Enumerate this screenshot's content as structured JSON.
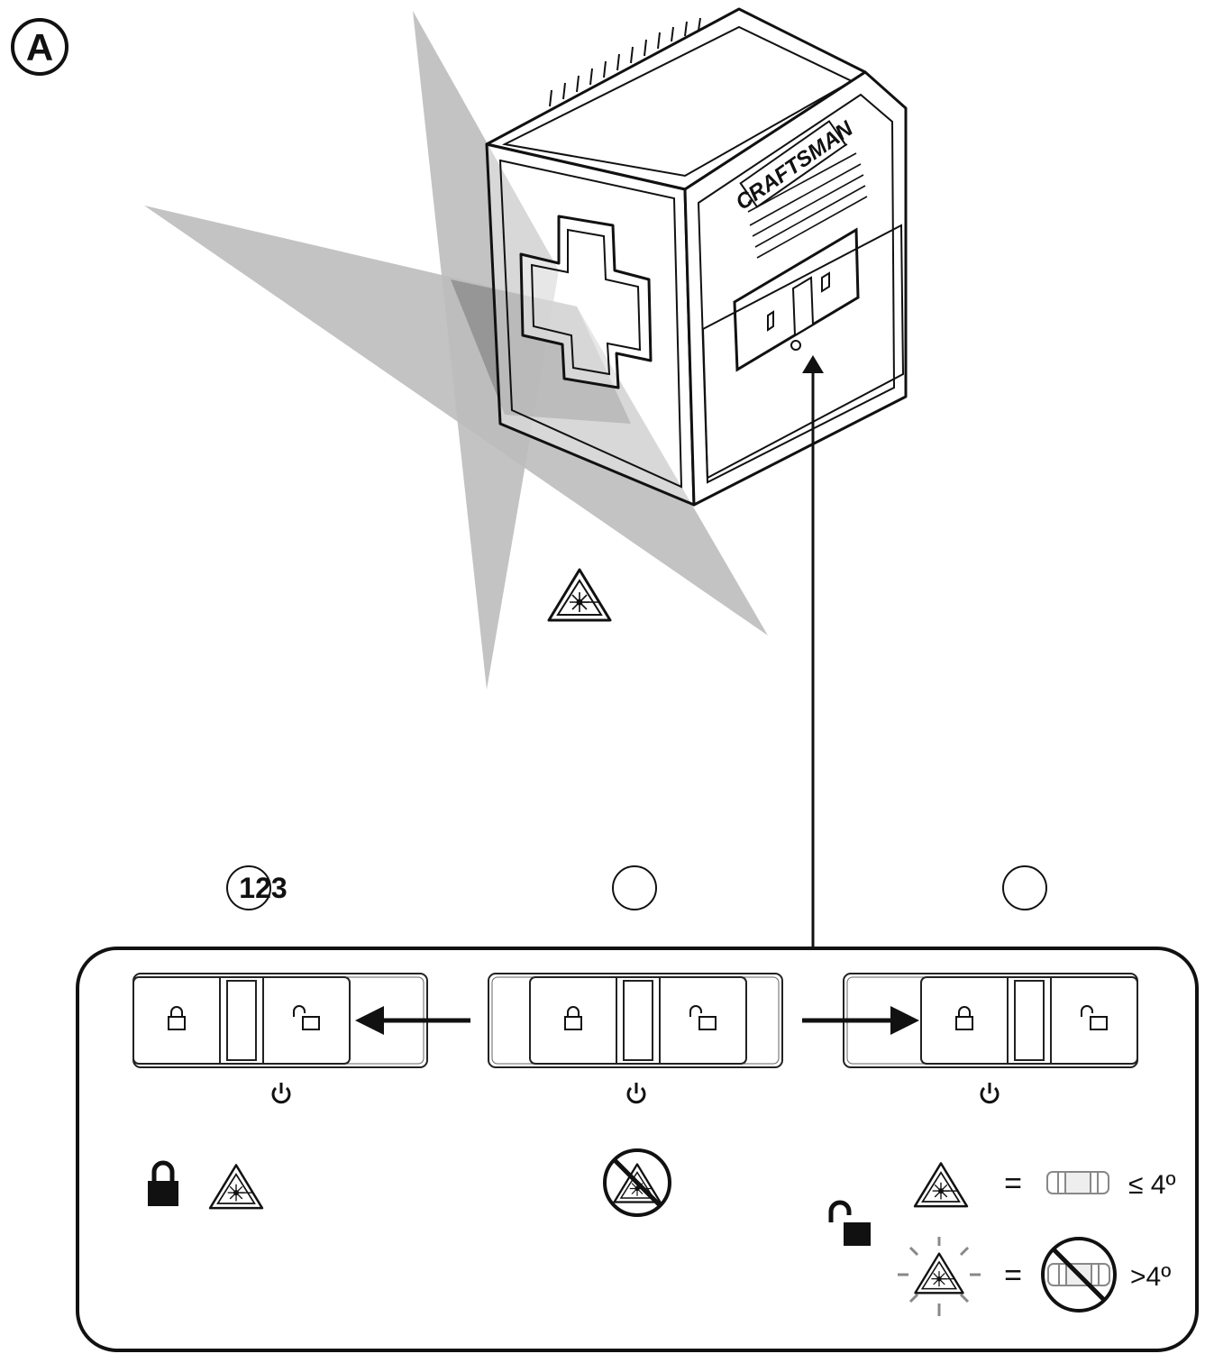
{
  "figure": {
    "label": "A",
    "brand_text": "CRAFTSMAN"
  },
  "positions": [
    {
      "number": "123",
      "mode": "lock-laser-on"
    },
    {
      "number": "",
      "mode": "off"
    },
    {
      "number": "",
      "mode": "unlocked-self-leveling"
    }
  ],
  "legend": {
    "within_range": {
      "equals": "=",
      "range": "≤ 4º"
    },
    "out_of_range": {
      "equals": "=",
      "range": ">4º"
    }
  },
  "colors": {
    "line": "#111111",
    "beam": "#bdbdbd",
    "beam_overlap": "#8a8a8a",
    "device_fill": "#ffffff"
  },
  "icons": [
    "lock-icon",
    "unlock-icon",
    "power-icon",
    "laser-warning-icon",
    "laser-off-icon",
    "bubble-vial-icon",
    "flashing-laser-icon",
    "not-allowed-vial-icon",
    "arrow-left-icon",
    "arrow-right-icon"
  ]
}
